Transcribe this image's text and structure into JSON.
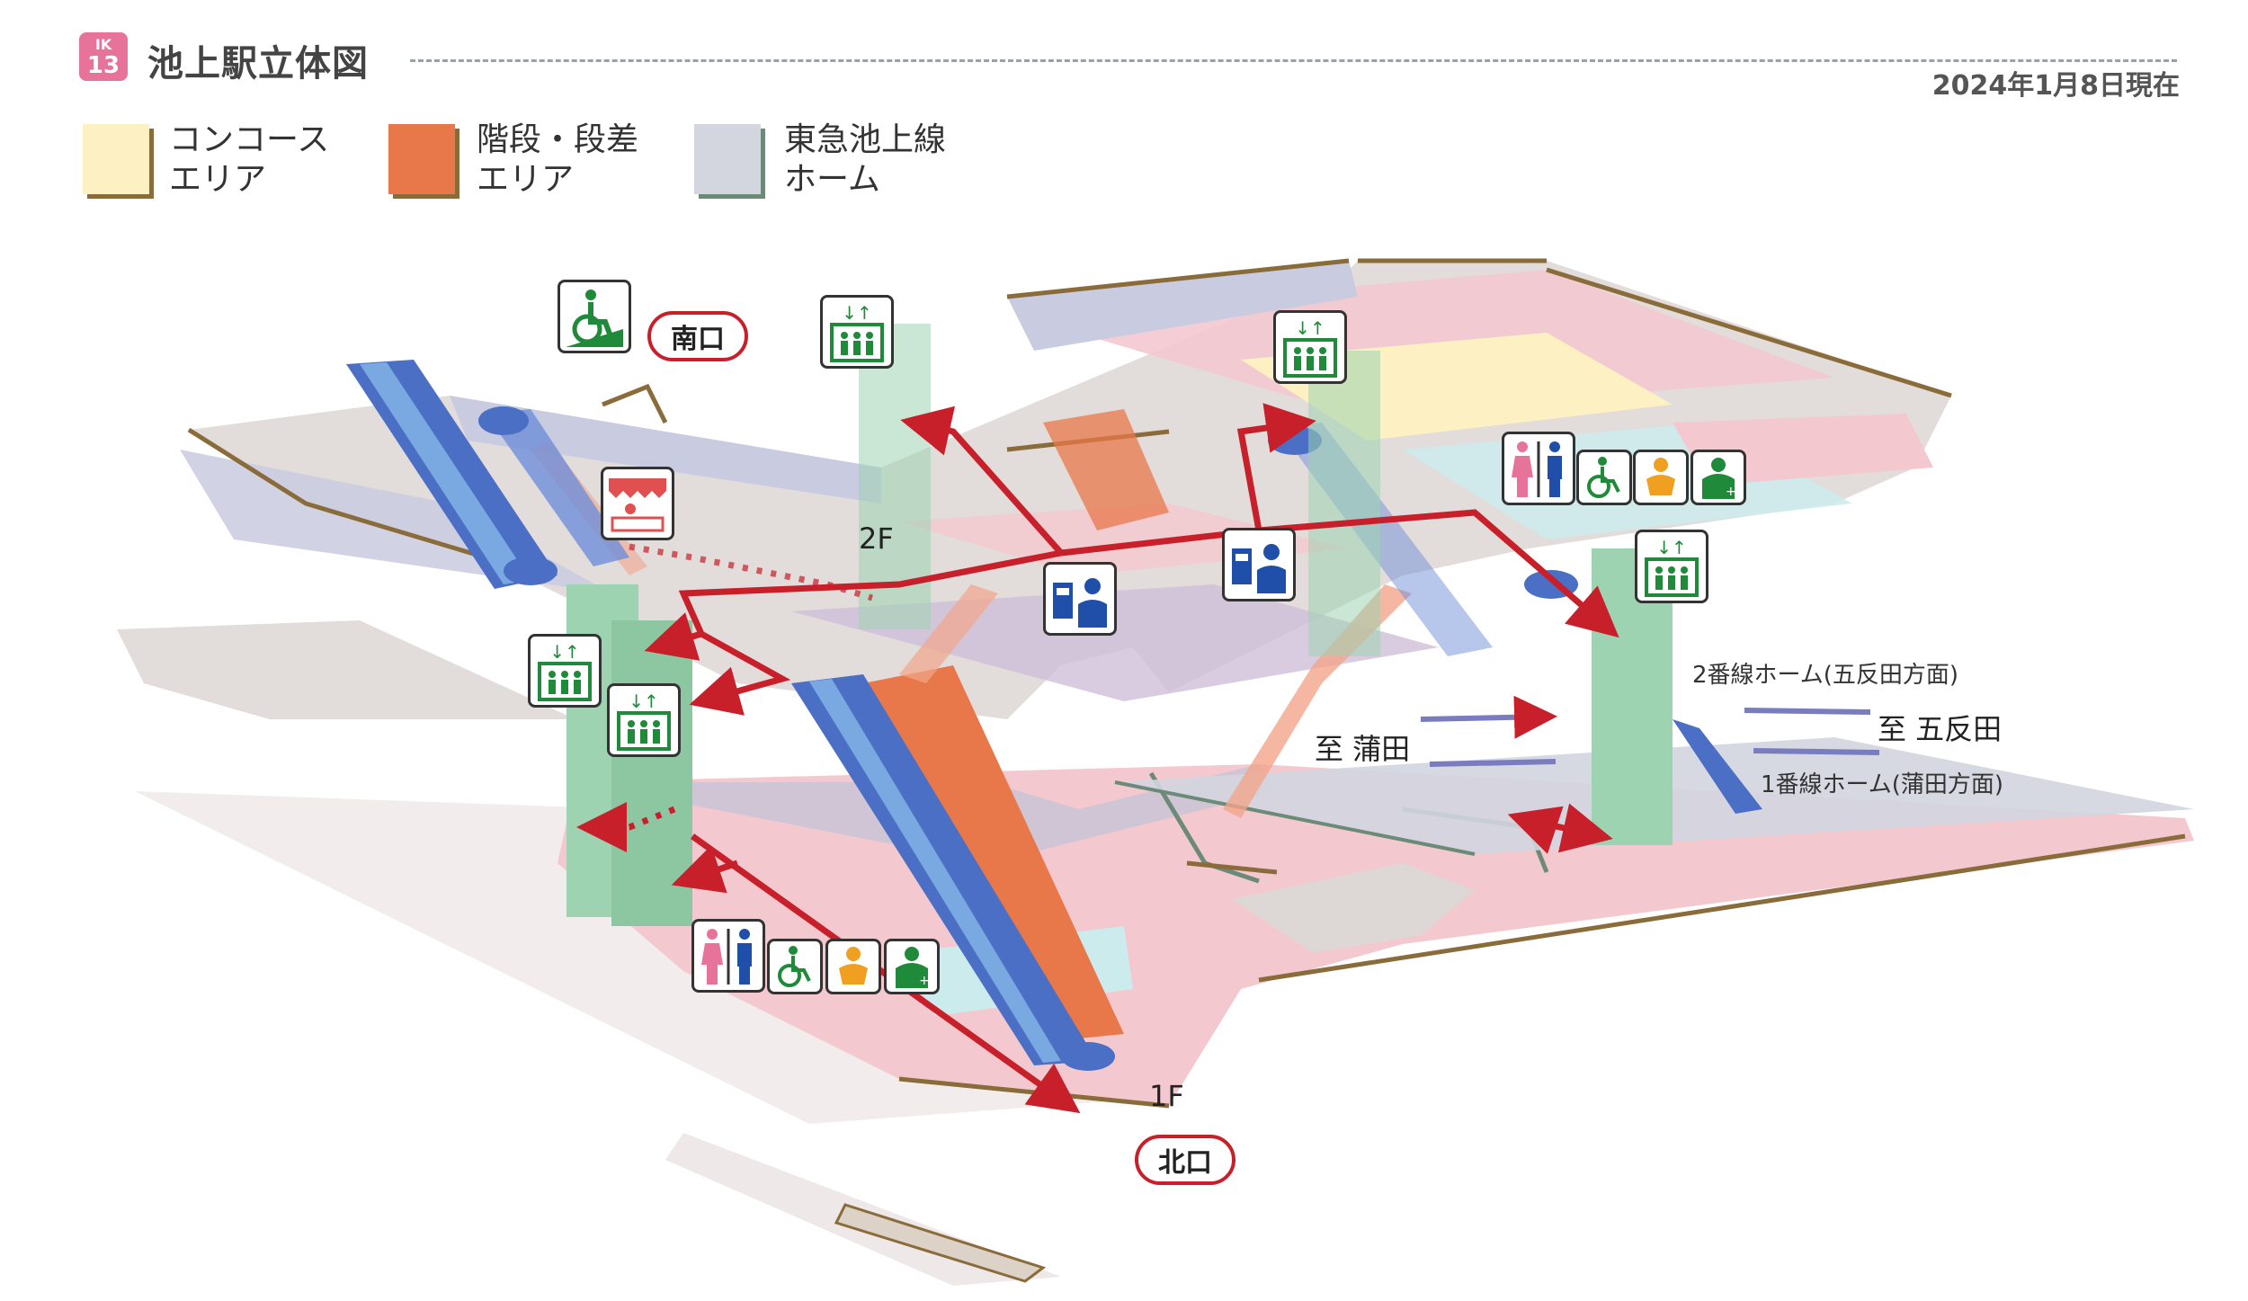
{
  "header": {
    "line_code_top": "IK",
    "line_code_num": "13",
    "title": "池上駅立体図",
    "date": "2024年1月8日現在"
  },
  "legend": [
    {
      "line1": "コンコース",
      "line2": "エリア",
      "color": "#fdf0c2"
    },
    {
      "line1": "階段・段差",
      "line2": "エリア",
      "color": "#e8784a"
    },
    {
      "line1": "東急池上線",
      "line2": "ホーム",
      "color": "#d3d5df"
    }
  ],
  "labels": {
    "floor_2f": "2F",
    "floor_1f": "1F",
    "exit_south": "南口",
    "exit_north": "北口",
    "platform_2": "2番線ホーム(五反田方面)",
    "platform_1": "1番線ホーム(蒲田方面)",
    "to_gotanda": "至 五反田",
    "to_kamata": "至 蒲田"
  },
  "colors": {
    "concourse": "#fdf0c2",
    "stairs": "#e8784a",
    "platform": "#d3d5df",
    "floor_pink": "#f3c9cf",
    "floor_gray": "#ddd7d5",
    "elevator": "#9dd3b0",
    "escalator": "#4a6fc4",
    "route": "#c8202a",
    "badge": "#e8739a",
    "icon_green": "#1f8a3a",
    "icon_blue": "#1f4fa8"
  },
  "icons": {
    "elevator": "elevator-icon",
    "wheelchair_slope": "wheelchair-slope-icon",
    "shop": "shop-icon",
    "ticket_counter": "ticket-staff-icon",
    "restroom": "restroom-icon",
    "accessible": "wheelchair-icon",
    "baby": "baby-care-icon",
    "ostomate": "ostomate-icon"
  }
}
